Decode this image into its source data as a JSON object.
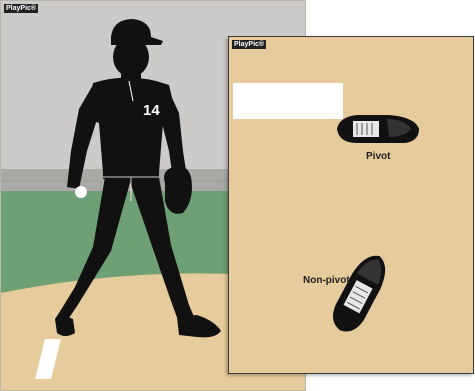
{
  "left_panel": {
    "badge": "PlayPic®",
    "jersey_number": "14"
  },
  "right_panel": {
    "badge": "PlayPic®",
    "pivot_label": "Pivot",
    "non_pivot_label": "Non-pivot"
  },
  "colors": {
    "sky": "#cdcbc9",
    "wall": "#a9aaa6",
    "grass": "#6f9f74",
    "dirt": "#e6cc9c",
    "silhouette": "#111111"
  }
}
